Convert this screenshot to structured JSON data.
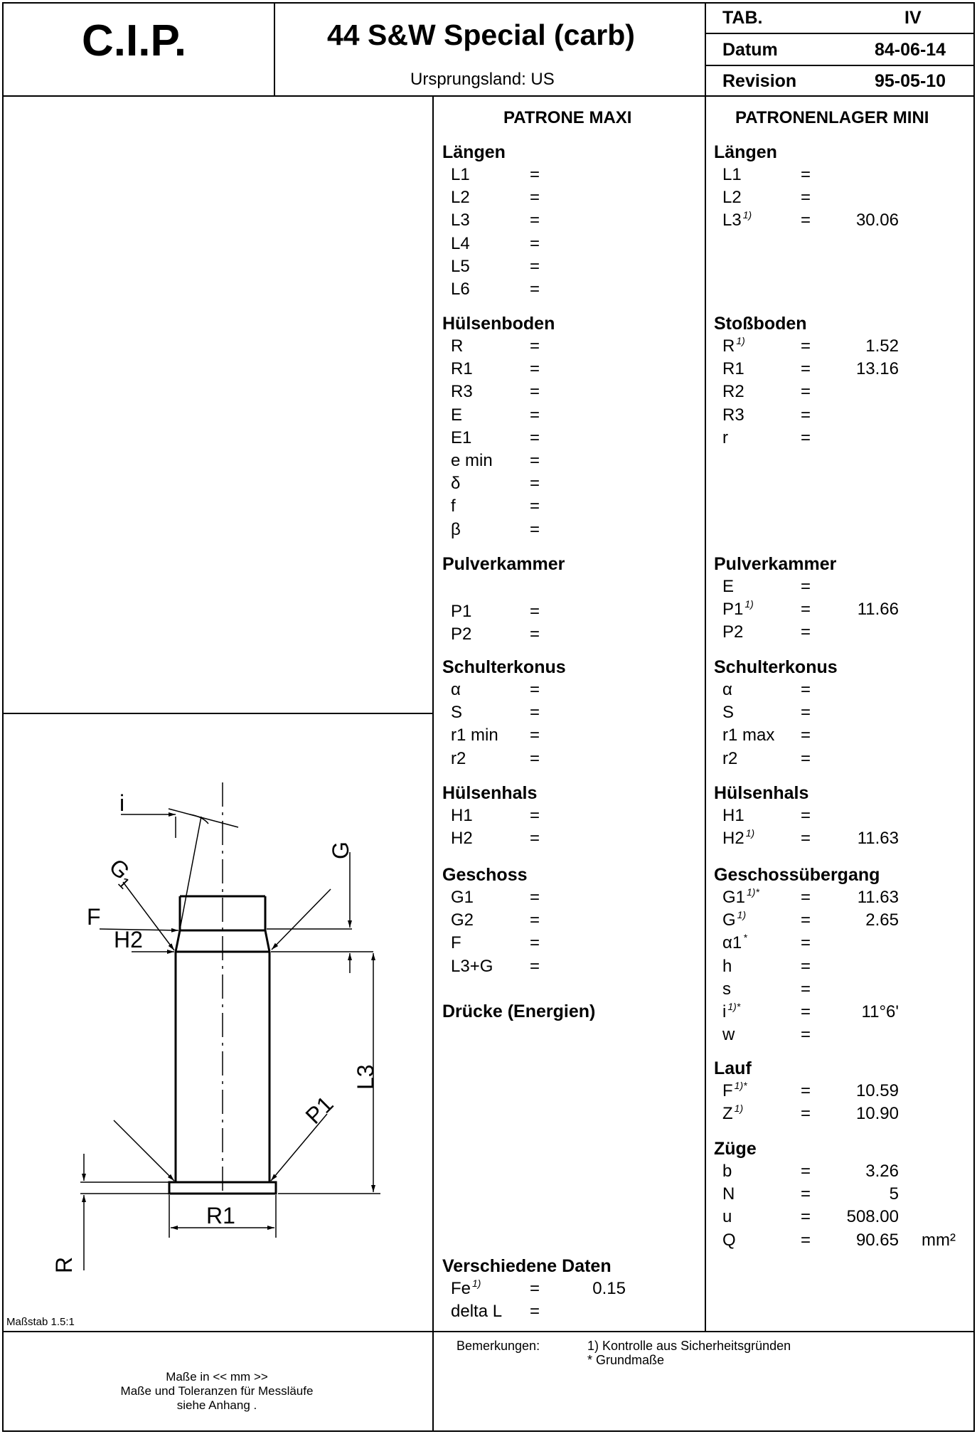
{
  "header": {
    "logo": "C.I.P.",
    "title": "44 S&W Special (carb)",
    "origin": "Ursprungsland: US",
    "tab_label": "TAB.",
    "tab_value": "IV",
    "datum_label": "Datum",
    "datum_value": "84-06-14",
    "revision_label": "Revision",
    "revision_value": "95-05-10"
  },
  "patrone": {
    "heading": "PATRONE MAXI",
    "sections": [
      {
        "title": "Längen",
        "rows": [
          {
            "label": "L1",
            "note": "",
            "value": ""
          },
          {
            "label": "L2",
            "note": "",
            "value": ""
          },
          {
            "label": "L3",
            "note": "",
            "value": ""
          },
          {
            "label": "L4",
            "note": "",
            "value": ""
          },
          {
            "label": "L5",
            "note": "",
            "value": ""
          },
          {
            "label": "L6",
            "note": "",
            "value": ""
          }
        ]
      },
      {
        "title": "Hülsenboden",
        "rows": [
          {
            "label": "R",
            "note": "",
            "value": ""
          },
          {
            "label": "R1",
            "note": "",
            "value": ""
          },
          {
            "label": "R3",
            "note": "",
            "value": ""
          },
          {
            "label": "E",
            "note": "",
            "value": ""
          },
          {
            "label": "E1",
            "note": "",
            "value": ""
          },
          {
            "label": "e min",
            "note": "",
            "value": ""
          },
          {
            "label": "δ",
            "note": "",
            "value": ""
          },
          {
            "label": "f",
            "note": "",
            "value": ""
          },
          {
            "label": "β",
            "note": "",
            "value": ""
          }
        ]
      },
      {
        "title": "Pulverkammer",
        "rows": [
          {
            "label": "P1",
            "note": "",
            "value": ""
          },
          {
            "label": "P2",
            "note": "",
            "value": ""
          }
        ]
      },
      {
        "title": "Schulterkonus",
        "rows": [
          {
            "label": "α",
            "note": "",
            "value": ""
          },
          {
            "label": "S",
            "note": "",
            "value": ""
          },
          {
            "label": "r1 min",
            "note": "",
            "value": ""
          },
          {
            "label": "r2",
            "note": "",
            "value": ""
          }
        ]
      },
      {
        "title": "Hülsenhals",
        "rows": [
          {
            "label": "H1",
            "note": "",
            "value": ""
          },
          {
            "label": "H2",
            "note": "",
            "value": ""
          }
        ]
      },
      {
        "title": "Geschoss",
        "rows": [
          {
            "label": "G1",
            "note": "",
            "value": ""
          },
          {
            "label": "G2",
            "note": "",
            "value": ""
          },
          {
            "label": "F",
            "note": "",
            "value": ""
          },
          {
            "label": "L3+G",
            "note": "",
            "value": ""
          }
        ]
      },
      {
        "title": "Drücke (Energien)",
        "rows": []
      },
      {
        "title": "Verschiedene Daten",
        "rows": [
          {
            "label": "Fe",
            "note": "1)",
            "value": "0.15"
          },
          {
            "label": "delta L",
            "note": "",
            "value": ""
          }
        ]
      }
    ]
  },
  "lager": {
    "heading": "PATRONENLAGER MINI",
    "sections": [
      {
        "title": "Längen",
        "rows": [
          {
            "label": "L1",
            "note": "",
            "value": ""
          },
          {
            "label": "L2",
            "note": "",
            "value": ""
          },
          {
            "label": "L3",
            "note": "1)",
            "value": "30.06"
          }
        ]
      },
      {
        "title": "Stoßboden",
        "rows": [
          {
            "label": "R",
            "note": "1)",
            "value": "1.52"
          },
          {
            "label": "R1",
            "note": "",
            "value": "13.16"
          },
          {
            "label": "R2",
            "note": "",
            "value": ""
          },
          {
            "label": "R3",
            "note": "",
            "value": ""
          },
          {
            "label": "r",
            "note": "",
            "value": ""
          }
        ]
      },
      {
        "title": "Pulverkammer",
        "rows": [
          {
            "label": "E",
            "note": "",
            "value": ""
          },
          {
            "label": "P1",
            "note": "1)",
            "value": "11.66"
          },
          {
            "label": "P2",
            "note": "",
            "value": ""
          }
        ]
      },
      {
        "title": "Schulterkonus",
        "rows": [
          {
            "label": "α",
            "note": "",
            "value": ""
          },
          {
            "label": "S",
            "note": "",
            "value": ""
          },
          {
            "label": "r1 max",
            "note": "",
            "value": ""
          },
          {
            "label": "r2",
            "note": "",
            "value": ""
          }
        ]
      },
      {
        "title": "Hülsenhals",
        "rows": [
          {
            "label": "H1",
            "note": "",
            "value": ""
          },
          {
            "label": "H2",
            "note": "1)",
            "value": "11.63"
          }
        ]
      },
      {
        "title": "Geschossübergang",
        "rows": [
          {
            "label": "G1",
            "note": "1)*",
            "value": "11.63"
          },
          {
            "label": "G",
            "note": "1)",
            "value": "2.65"
          },
          {
            "label": "α1",
            "note": "*",
            "value": ""
          },
          {
            "label": "h",
            "note": "",
            "value": ""
          },
          {
            "label": "s",
            "note": "",
            "value": ""
          },
          {
            "label": "i",
            "note": "1)*",
            "value": "11°6'"
          },
          {
            "label": "w",
            "note": "",
            "value": ""
          }
        ]
      },
      {
        "title": "Lauf",
        "rows": [
          {
            "label": "F",
            "note": "1)*",
            "value": "10.59"
          },
          {
            "label": "Z",
            "note": "1)",
            "value": "10.90"
          }
        ]
      },
      {
        "title": "Züge",
        "rows": [
          {
            "label": "b",
            "note": "",
            "value": "3.26"
          },
          {
            "label": "N",
            "note": "",
            "value": "5"
          },
          {
            "label": "u",
            "note": "",
            "value": "508.00"
          },
          {
            "label": "Q",
            "note": "",
            "value": "90.65",
            "unit": "mm²"
          }
        ]
      }
    ]
  },
  "equals": "=",
  "drawing": {
    "labels": {
      "i": "i",
      "G1": "G",
      "G1_sub": "1",
      "G": "G",
      "F": "F",
      "H2": "H2",
      "L3": "L3",
      "P1": "P1",
      "R1": "R1",
      "R": "R"
    },
    "scale": "Maßstab 1.5:1"
  },
  "footer": {
    "left_1": "Maße in << mm >>",
    "left_2": "Maße und Toleranzen für Messläufe",
    "left_3": "siehe Anhang .",
    "remarks_label": "Bemerkungen:",
    "remark_1": "1) Kontrolle aus Sicherheitsgründen",
    "remark_2": "* Grundmaße"
  }
}
